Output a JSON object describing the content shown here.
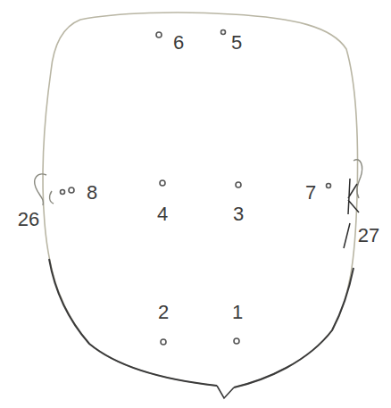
{
  "diagram": {
    "labels": [
      "6",
      "5",
      "8",
      "4",
      "3",
      "7",
      "26",
      "27",
      "2",
      "1"
    ]
  }
}
